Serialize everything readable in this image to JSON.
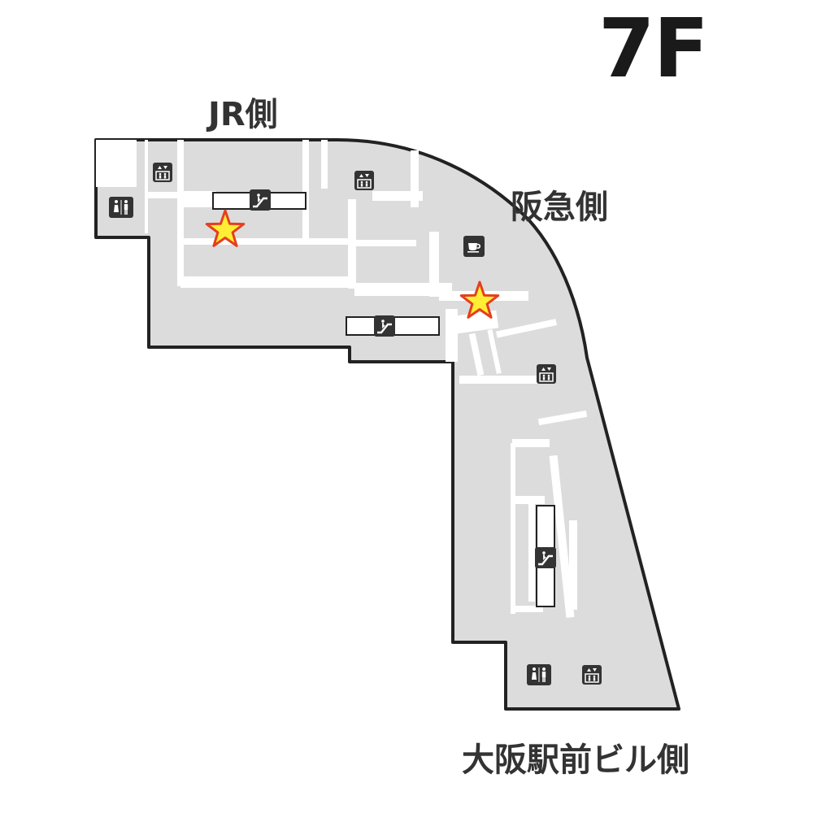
{
  "floor": {
    "label": "7F"
  },
  "sides": {
    "jr": "JR側",
    "hankyu": "阪急側",
    "osaka_ekimae": "大阪駅前ビル側"
  },
  "colors": {
    "background": "#ffffff",
    "floor_area": "#dcdcdc",
    "corridor": "#ffffff",
    "outline": "#222222",
    "icon_fill": "#333333",
    "star_fill": "#ffee33",
    "star_stroke": "#e53e1e"
  },
  "icons": [
    "restroom-icon",
    "restroom-icon",
    "elevator-icon",
    "elevator-icon",
    "elevator-icon",
    "elevator-icon",
    "escalator-icon",
    "escalator-icon",
    "escalator-icon",
    "cafe-icon"
  ],
  "markers": [
    {
      "type": "star-icon"
    },
    {
      "type": "star-icon"
    }
  ]
}
